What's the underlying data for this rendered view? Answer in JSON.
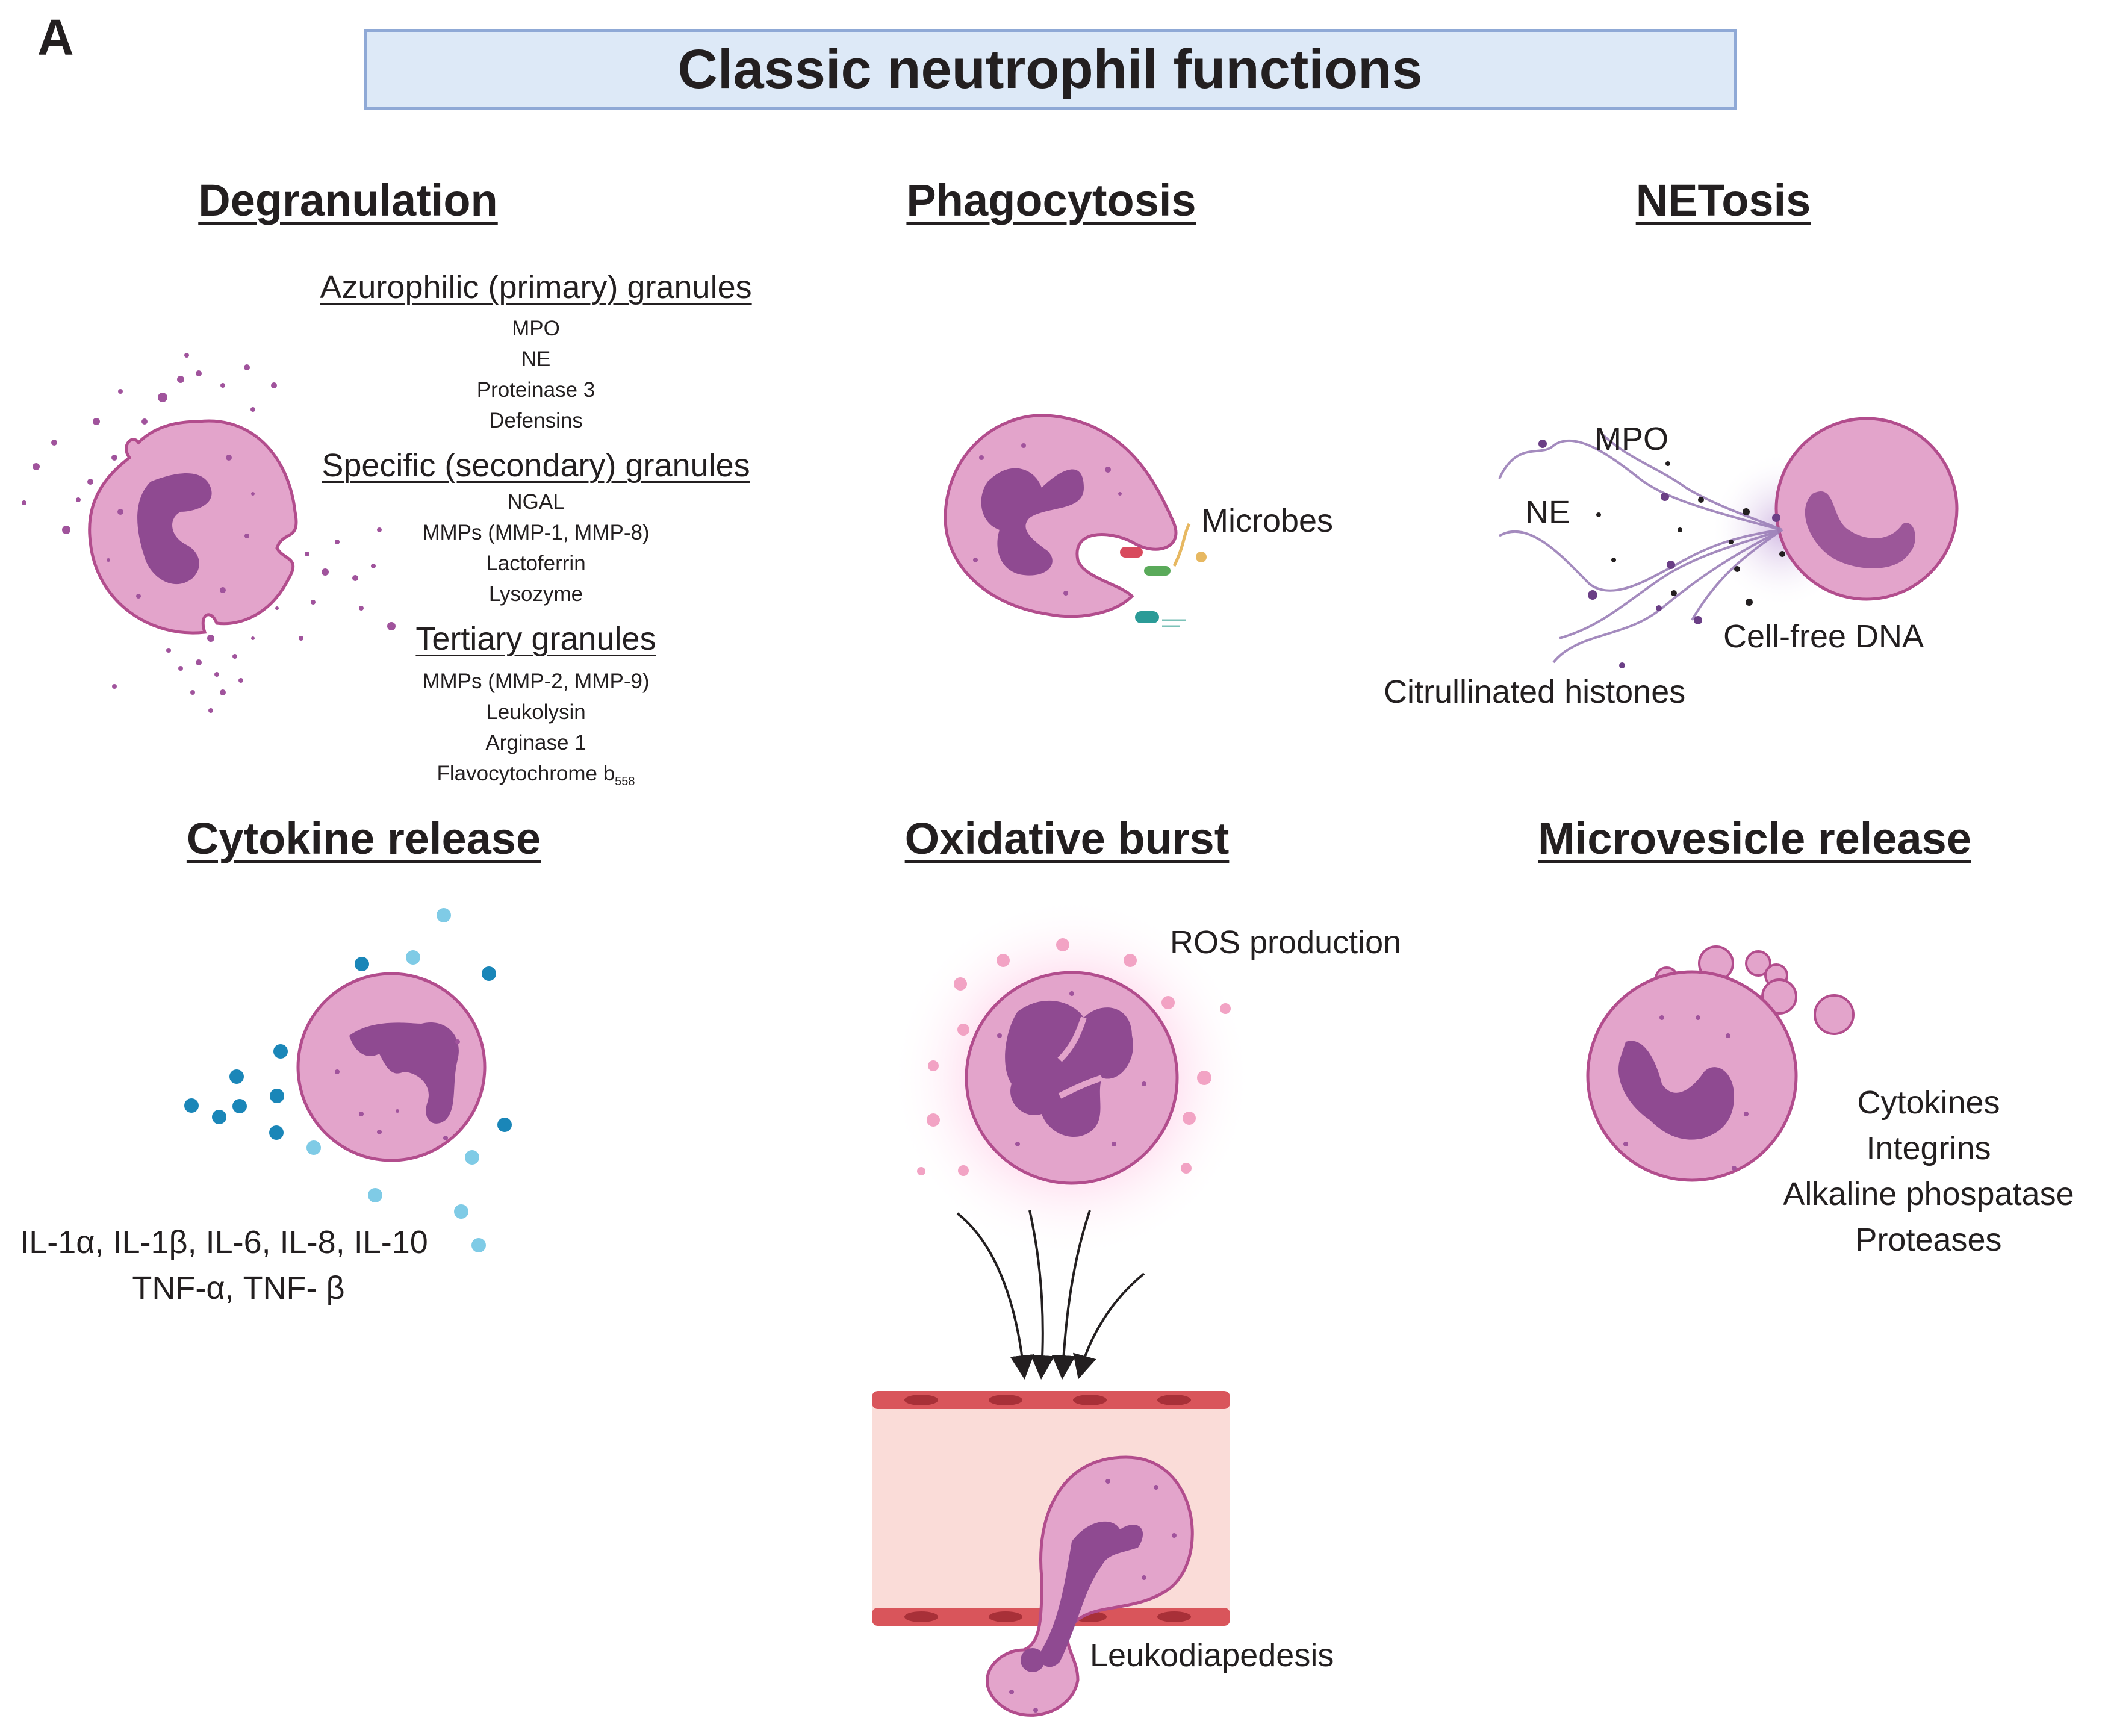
{
  "panel_letter": "A",
  "title": "Classic neutrophil functions",
  "degranulation": {
    "heading": "Degranulation",
    "azurophilic": {
      "title": "Azurophilic (primary) granules",
      "items": [
        "MPO",
        "NE",
        "Proteinase 3",
        "Defensins"
      ]
    },
    "specific": {
      "title": "Specific (secondary) granules",
      "items": [
        "NGAL",
        "MMPs (MMP-1, MMP-8)",
        "Lactoferrin",
        "Lysozyme"
      ]
    },
    "tertiary": {
      "title": "Tertiary granules",
      "items": [
        "MMPs (MMP-2, MMP-9)",
        "Leukolysin",
        "Arginase 1"
      ],
      "flavo": "Flavocytochrome b",
      "flavo_sub": "558"
    }
  },
  "phagocytosis": {
    "heading": "Phagocytosis",
    "microbes": "Microbes"
  },
  "netosis": {
    "heading": "NETosis",
    "mpo": "MPO",
    "ne": "NE",
    "cfdna": "Cell-free DNA",
    "histones": "Citrullinated histones"
  },
  "cytokine": {
    "heading": "Cytokine release",
    "line1": "IL-1α, IL-1β, IL-6, IL-8, IL-10",
    "line2": "TNF-α, TNF- β"
  },
  "oxidative": {
    "heading": "Oxidative burst",
    "ros": "ROS production",
    "leuko": "Leukodiapedesis"
  },
  "microvesicle": {
    "heading": "Microvesicle release",
    "items": [
      "Cytokines",
      "Integrins",
      "Alkaline phospatase",
      "Proteases"
    ]
  },
  "colors": {
    "cell_fill": "#e3a4cb",
    "cell_stroke": "#b24d8d",
    "nucleus": "#8f4a91",
    "granule": "#a0539c",
    "title_bg": "#dde9f7",
    "title_border": "#8fa9d6",
    "cyto_dark": "#1a86b8",
    "cyto_light": "#7fcbe6",
    "vessel": "#d9555b"
  }
}
